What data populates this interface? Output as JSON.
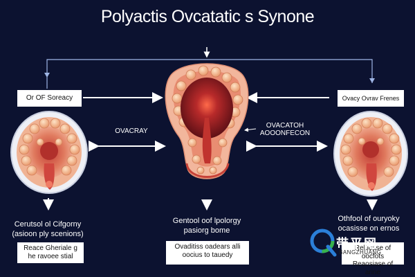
{
  "title": "Polyactis Ovcatatic s Synone",
  "boxes": {
    "top_left": "Or OF Soreacy",
    "top_right": "Ovacy Ovrav Frenes",
    "bottom_center": "Ovaditiss oadears alli oocius to tauedy",
    "bottom_left": "Reace Gheriale g he ravoee stial",
    "bottom_right": "Relticase of oocfots Reaosiase of arine"
  },
  "labels": {
    "left_middle": "OVACRAY",
    "center_right_line1": "OVACATOH",
    "center_right_line2": "AOOONFECON"
  },
  "captions": {
    "left_line1": "Cerutsol ol Cifgorny",
    "left_line2": "(asioon ply scenions)",
    "center_line1": "Gentool oof lpolorgy",
    "center_line2": "pasiorg bome",
    "right_line1": "Othfool of ouryoky",
    "right_line2": "ocasisse on ernos"
  },
  "watermark": {
    "text": "带平网",
    "sub": "BANGZHUANG"
  },
  "colors": {
    "background": "#0c1230",
    "arrow": "#ffffff",
    "connector": "#9fb6e6",
    "tissue_outer": "#f3b49a",
    "tissue_inner": "#d7574a",
    "follicle": "#f7c59f",
    "uterus_core": "#7a1a20"
  }
}
